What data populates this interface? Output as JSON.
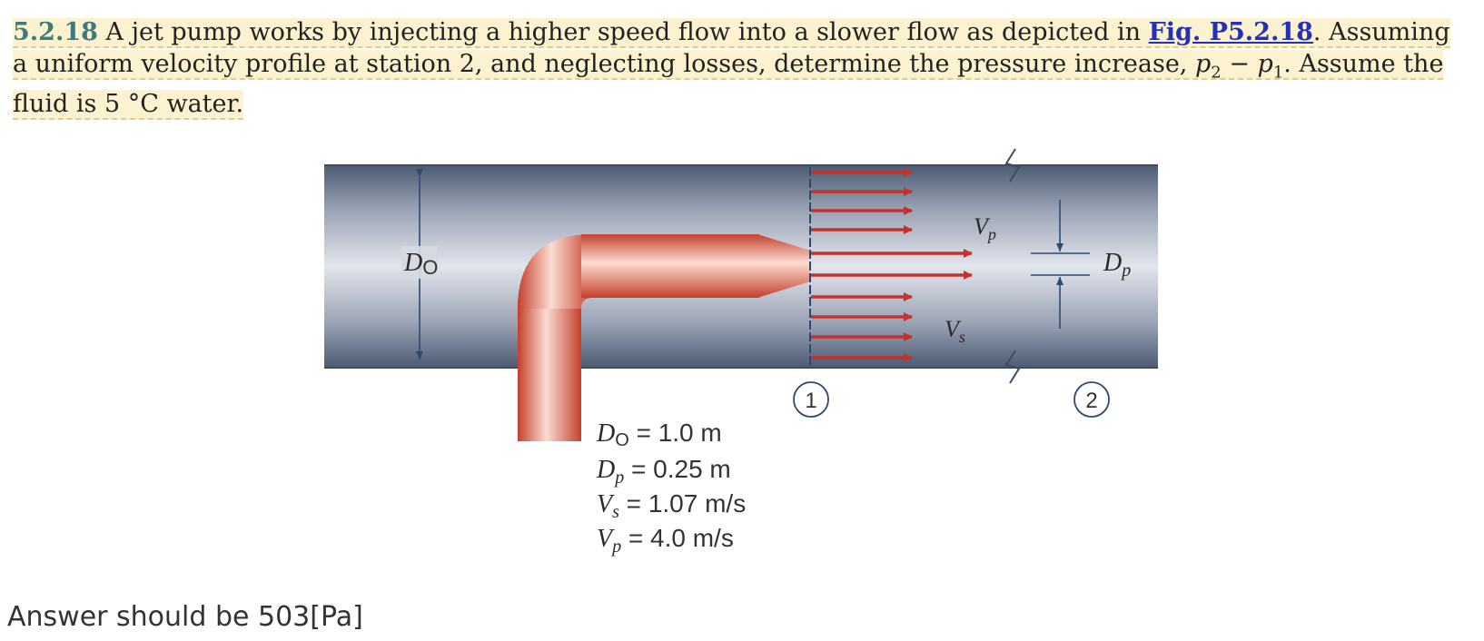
{
  "problem": {
    "number": "5.2.18",
    "text_part1": " A jet pump works by injecting a higher speed flow into a slower flow as depicted in ",
    "fig_link": "Fig. P5.2.18",
    "text_part2": ". Assuming a uniform velocity profile at station 2, and neglecting losses, determine the pressure increase, ",
    "p2": "p",
    "p2_sub": "2",
    "minus": " − ",
    "p1": "p",
    "p1_sub": "1",
    "text_part3": ". Assume the fluid is 5 °C water."
  },
  "figure": {
    "labels": {
      "d0_main": "D",
      "d0_sub": "O",
      "dp_main": "D",
      "dp_sub": "p",
      "vp_main": "V",
      "vp_sub": "p",
      "vs_main": "V",
      "vs_sub": "s",
      "station1": "1",
      "station2": "2"
    },
    "given": {
      "d0_sym": "D",
      "d0_sub": "O",
      "d0_val": " = 1.0 m",
      "dp_sym": "D",
      "dp_sub": "p",
      "dp_val": " = 0.25 m",
      "vs_sym": "V",
      "vs_sub": "s",
      "vs_val": " = 1.07 m/s",
      "vp_sym": "V",
      "vp_sub": "p",
      "vp_val": " = 4.0 m/s"
    },
    "colors": {
      "pipe_dark": "#4a5a72",
      "pipe_light": "#dfe1e8",
      "nozzle_dark": "#c2402c",
      "nozzle_light": "#fbd9cf",
      "arrow_red": "#c8302a",
      "dim_blue": "#2b4a73"
    }
  },
  "answer": "Answer should be 503[Pa]"
}
